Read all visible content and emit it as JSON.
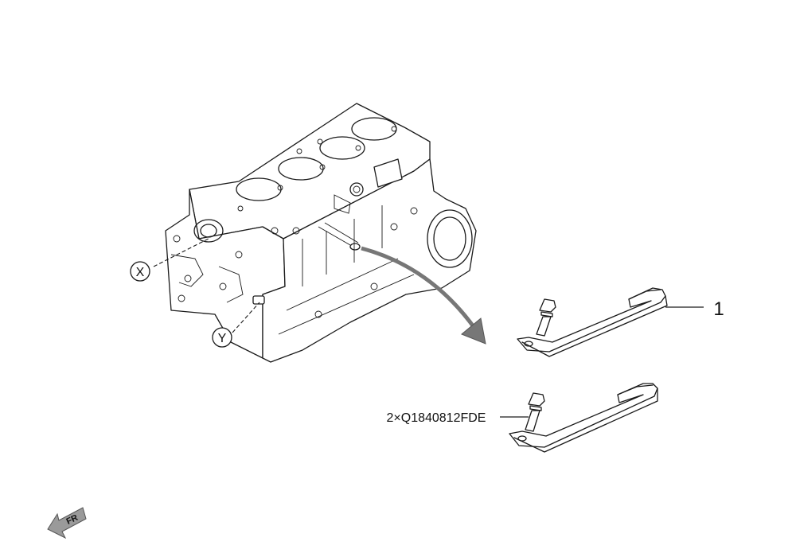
{
  "callouts": {
    "x": "X",
    "y": "Y",
    "part_1": "1",
    "bolt_spec": "2×Q1840812FDE"
  },
  "icons": {
    "front": "FR"
  }
}
